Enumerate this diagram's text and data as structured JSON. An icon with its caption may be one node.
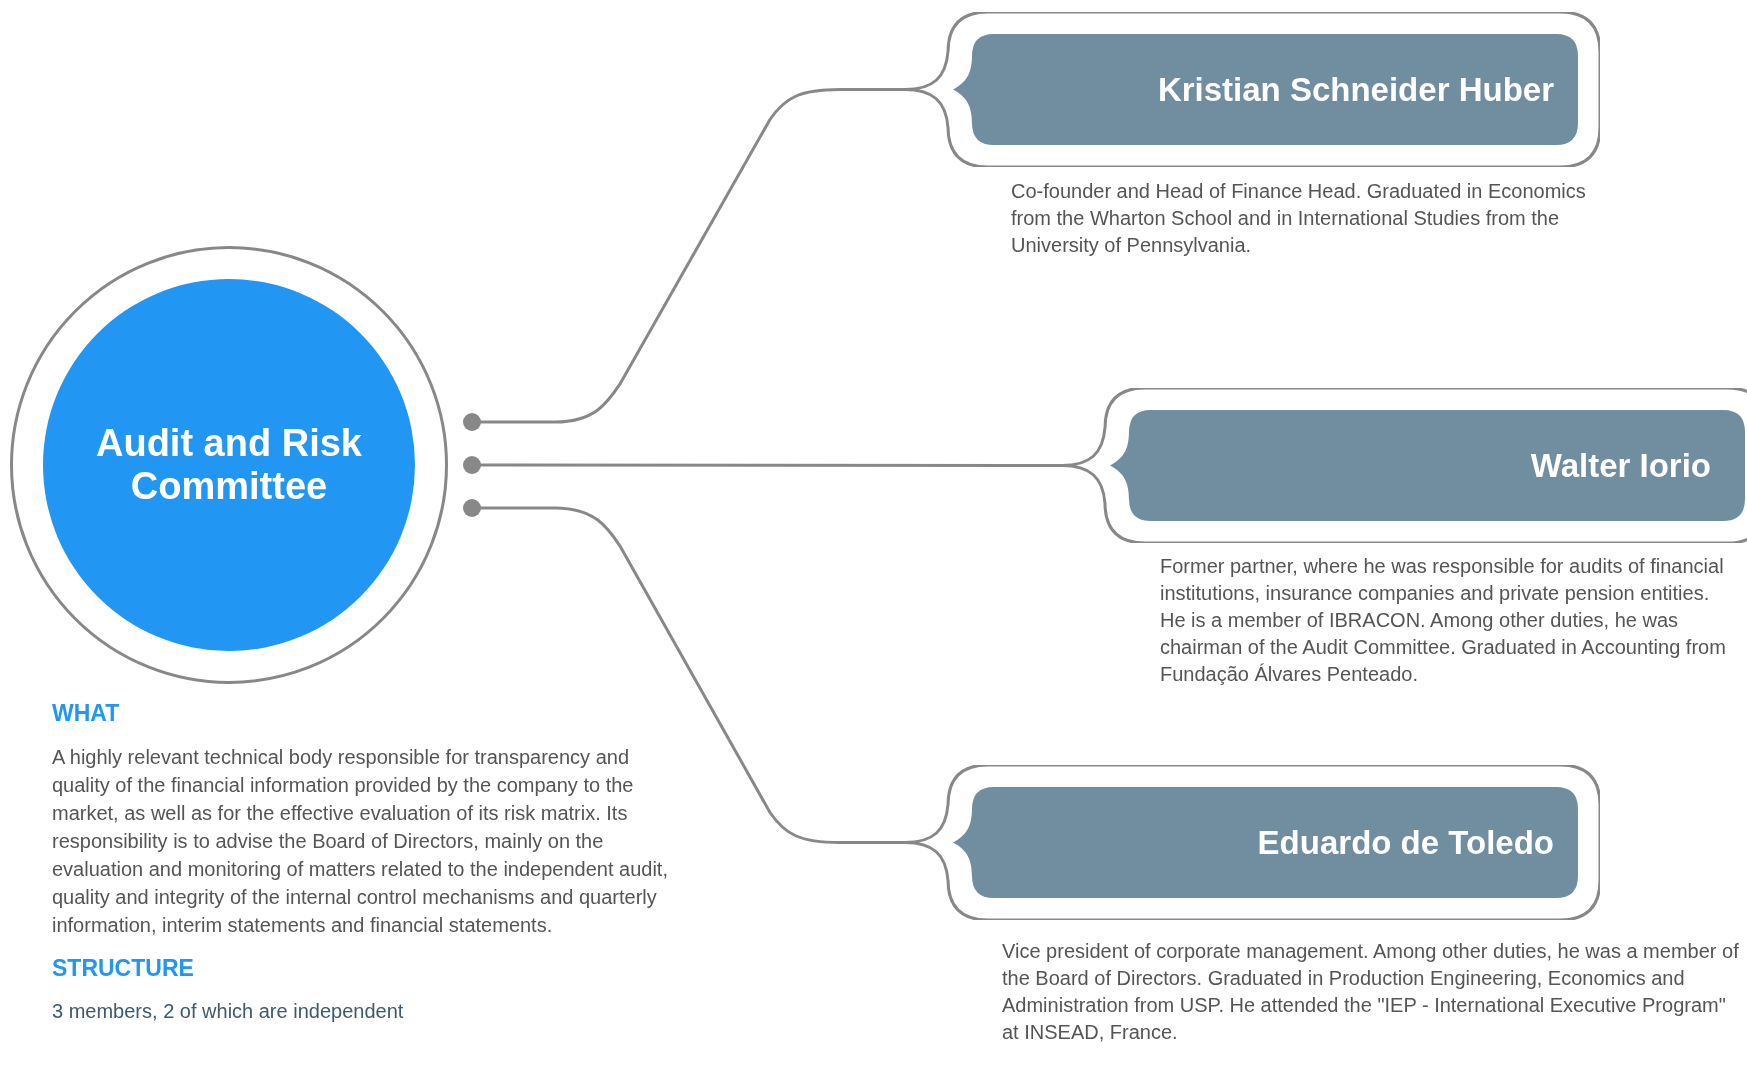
{
  "diagram": {
    "nodes": [
      {
        "text": [
          "Audit and Risk Committee"
        ]
      },
      {
        "text": [
          "Kristian Schneider Huber"
        ],
        "beside": [
          "Co-founder and Head of Finance Head. Graduated in Economics from the Wharton School and in International Studies from the University of Pennsylvania."
        ]
      },
      {
        "text": [
          "Walter Iorio"
        ],
        "beside": [
          "Former partner, where he was responsible for audits of financial institutions, insurance companies and private pension entities. He is a member of IBRACON. Among other duties, he was chairman of the Audit Committee. Graduated in Accounting from Fundação Álvares Penteado."
        ]
      },
      {
        "text": [
          "Eduardo de Toledo"
        ],
        "beside": [
          "Vice president of corporate management. Among other duties, he was a member of the Board of Directors. Graduated in Production Engineering, Economics and Administration from USP. He attended the \"IEP - International Executive Program\" at INSEAD, France."
        ]
      }
    ],
    "edges": [
      {
        "from": 0,
        "to": 1,
        "arrow": "other"
      },
      {
        "from": 0,
        "to": 2,
        "arrow": "other"
      },
      {
        "from": 0,
        "to": 3,
        "arrow": "other"
      }
    ],
    "labels": [
      "WHAT",
      "A highly relevant technical body responsible for transparency and quality of the financial information provided by the company to the market, as well as for the effective evaluation of its risk matrix. Its responsibility is to advise the Board of Directors, mainly on the evaluation and monitoring of matters related to the independent audit, quality and integrity of the internal control mechanisms and quarterly information, interim statements and financial statements.",
      "STRUCTURE",
      "3 members, 2 of which are independent"
    ]
  }
}
